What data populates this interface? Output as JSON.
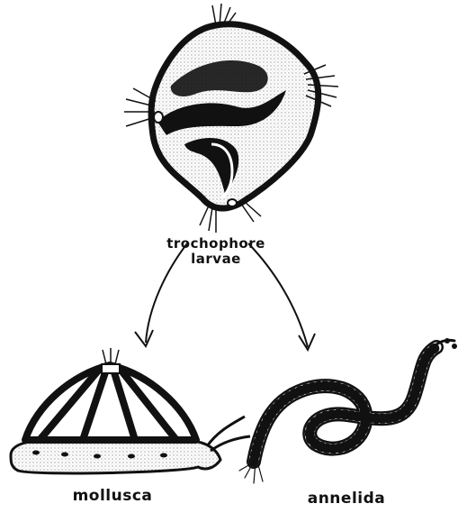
{
  "figure": {
    "center_label_line1": "trochophore",
    "center_label_line2": "larvae",
    "left_label": "mollusca",
    "right_label": "annelida"
  },
  "colors": {
    "ink": "#111111",
    "paper": "#ffffff",
    "stipple": "#bfbfbf"
  },
  "icons": [
    "trochophore-larva-drawing",
    "mollusc-drawing",
    "annelid-worm-drawing",
    "arrow-left",
    "arrow-right"
  ]
}
